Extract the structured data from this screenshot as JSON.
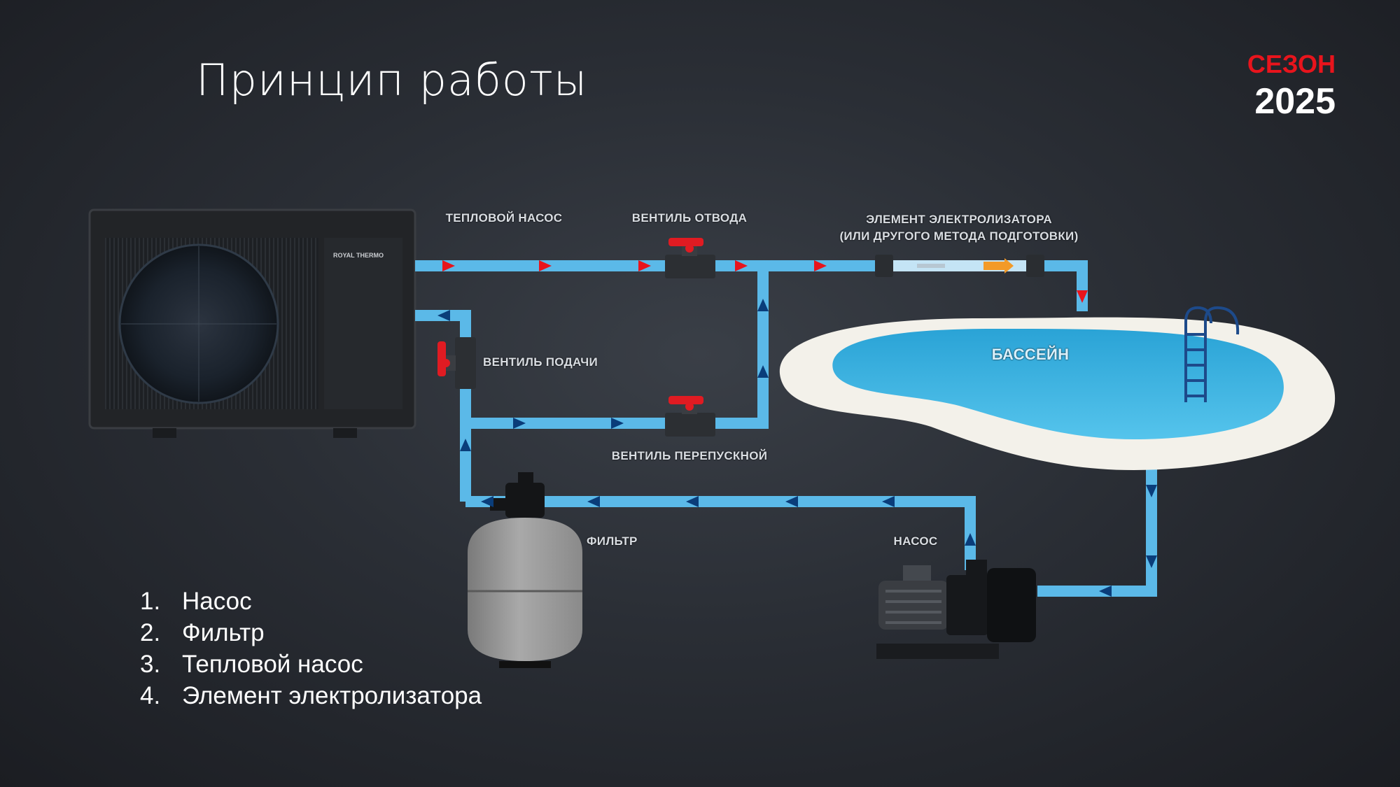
{
  "title": "Принцип работы",
  "season": {
    "label": "СЕЗОН",
    "year": "2025"
  },
  "unit": {
    "brand": "ROYAL THERMO"
  },
  "labels": {
    "heat_pump": "ТЕПЛОВОЙ НАСОС",
    "diversion_valve": "ВЕНТИЛЬ ОТВОДА",
    "electrolyzer_line1": "ЭЛЕМЕНТ ЭЛЕКТРОЛИЗАТОРА",
    "electrolyzer_line2": "(ИЛИ ДРУГОГО МЕТОДА ПОДГОТОВКИ)",
    "supply_valve": "ВЕНТИЛЬ ПОДАЧИ",
    "bypass_valve": "ВЕНТИЛЬ ПЕРЕПУСКНОЙ",
    "pool": "БАССЕЙН",
    "filter": "ФИЛЬТР",
    "pump": "НАСОС"
  },
  "legend": [
    {
      "num": "1.",
      "text": "Насос"
    },
    {
      "num": "2.",
      "text": "Фильтр"
    },
    {
      "num": "3.",
      "text": "Тепловой насос"
    },
    {
      "num": "4.",
      "text": "Элемент электролизатора"
    }
  ],
  "colors": {
    "pipe": "#5bb9e8",
    "hot_arrow": "#e8141c",
    "cold_arrow": "#0a3d7a",
    "valve_handle": "#e01b22",
    "pool_water": "#3fb3e0",
    "pool_rim": "#f3f1ea",
    "accent_red": "#e8141c"
  }
}
